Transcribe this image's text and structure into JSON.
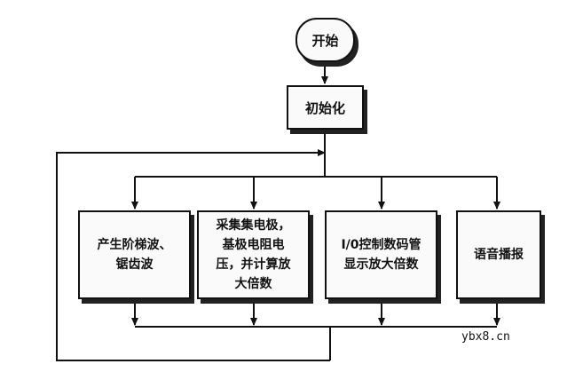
{
  "flowchart": {
    "start": "开始",
    "init": "初始化",
    "branches": [
      {
        "id": "b1",
        "label": "产生阶梯波、\n锯齿波"
      },
      {
        "id": "b2",
        "label": "采集集电极，\n基极电阻电\n压，并计算放\n大倍数"
      },
      {
        "id": "b3",
        "label": "I/0控制数码管\n显示放大倍数"
      },
      {
        "id": "b4",
        "label": "语音播报"
      }
    ]
  },
  "watermark": {
    "site": "ybx8.cn"
  }
}
